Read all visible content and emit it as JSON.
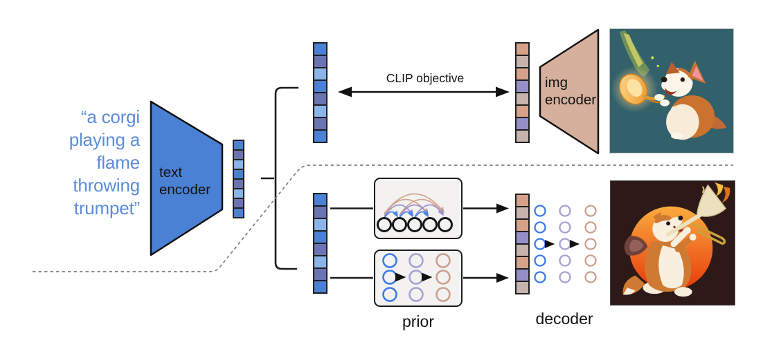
{
  "figure": {
    "prompt_lines": [
      "“a corgi",
      "playing a",
      "flame",
      "throwing",
      "trumpet”"
    ],
    "text_encoder_label": "text encoder",
    "img_encoder_label": "img encoder",
    "clip_objective_label": "CLIP objective",
    "prior_label": "prior",
    "decoder_label": "decoder"
  },
  "palette": {
    "blue": "#4a81d4",
    "slate": "#6b74b2",
    "light_blue": "#8ab4ea",
    "tan": "#d5a289",
    "warm_gray": "#c6b3ad",
    "purple": "#948fc6"
  },
  "vectors": {
    "text_embedding_small": [
      "blue",
      "slate",
      "light_blue",
      "blue",
      "slate",
      "light_blue",
      "slate",
      "blue"
    ],
    "clip_text_embedding": [
      "blue",
      "slate",
      "light_blue",
      "blue",
      "slate",
      "light_blue",
      "slate",
      "blue"
    ],
    "clip_image_embedding": [
      "tan",
      "warm_gray",
      "tan",
      "purple",
      "warm_gray",
      "tan",
      "purple",
      "warm_gray"
    ],
    "prior_input_text_embedding": [
      "blue",
      "slate",
      "light_blue",
      "blue",
      "slate",
      "light_blue",
      "slate",
      "blue"
    ],
    "prior_output_image_embedding": [
      "tan",
      "warm_gray",
      "tan",
      "purple",
      "warm_gray",
      "tan",
      "purple",
      "warm_gray"
    ]
  },
  "colors": {
    "text_encoder_fill": "#4a81d4",
    "img_encoder_fill": "#d6b09d",
    "prompt_text": "#5b8ddb",
    "prior_box_fill": "#f3f2f1",
    "dashed_divider": "#7d7d7d",
    "node_blue": "#3d7be8",
    "node_purple": "#a89fd4",
    "node_tan": "#cba090",
    "top_image_background": "#33616b",
    "bottom_image_background": "#2d1a18",
    "bottom_image_sun": "#ee5512"
  },
  "images": {
    "top": "corgi-playing-flame-trumpet-photo",
    "bottom": "generated-corgi-playing-trombone-photo"
  }
}
